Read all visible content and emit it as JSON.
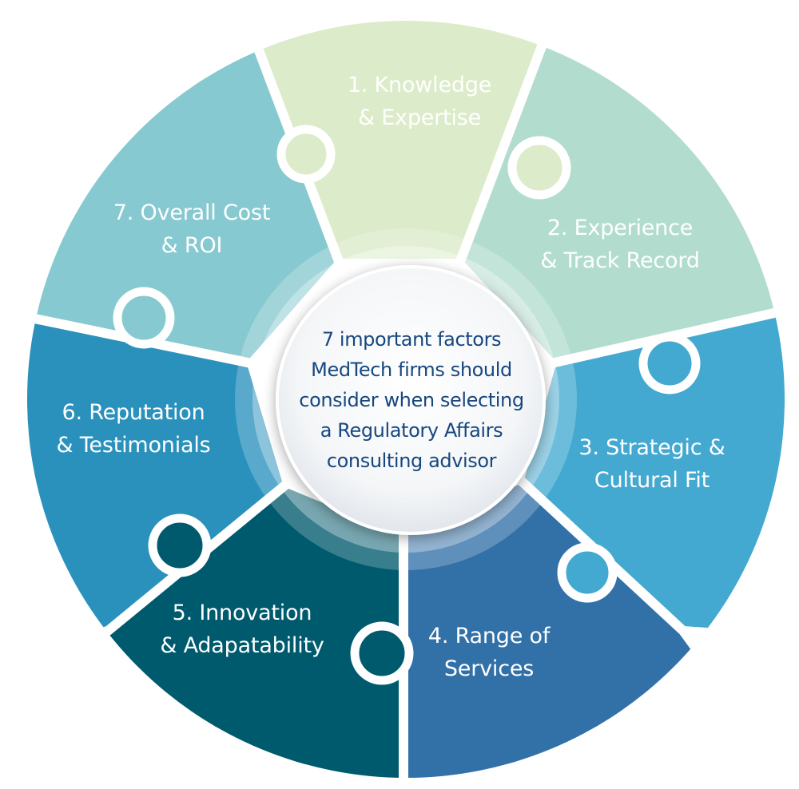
{
  "center": {
    "lines": [
      "7 important factors",
      "MedTech firms should",
      "consider when selecting",
      "a Regulatory Affairs",
      "consulting advisor"
    ],
    "text_color": "#17477f"
  },
  "segments": [
    {
      "number": 1,
      "lines": [
        "1. Knowledge",
        "& Expertise"
      ],
      "color": "#dcebc9"
    },
    {
      "number": 2,
      "lines": [
        "2. Experience",
        "& Track Record"
      ],
      "color": "#b2ddce"
    },
    {
      "number": 3,
      "lines": [
        "3. Strategic &",
        "Cultural Fit"
      ],
      "color": "#43a9d1"
    },
    {
      "number": 4,
      "lines": [
        "4. Range of",
        "Services"
      ],
      "color": "#3270a8"
    },
    {
      "number": 5,
      "lines": [
        "5. Innovation",
        "& Adapatability"
      ],
      "color": "#005a6d"
    },
    {
      "number": 6,
      "lines": [
        "6. Reputation",
        "& Testimonials"
      ],
      "color": "#2a91bd"
    },
    {
      "number": 7,
      "lines": [
        "7. Overall Cost",
        "& ROI"
      ],
      "color": "#87c9d0"
    }
  ]
}
